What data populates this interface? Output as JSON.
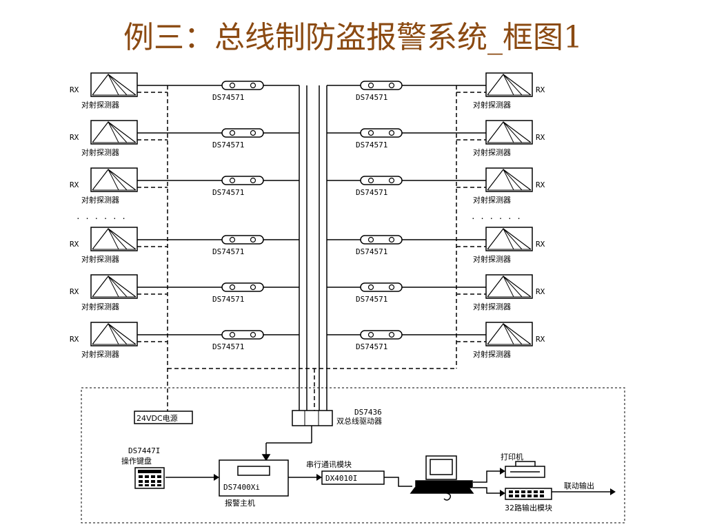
{
  "title": "例三：总线制防盗报警系统_框图1",
  "detector": {
    "rx": "RX",
    "name": "对射探测器",
    "rows_per_side": 6
  },
  "bus_module_label": "DS74571",
  "ellipsis": ". . . . . .",
  "power_supply": "24VDC电源",
  "bus_driver": {
    "model": "DS7436",
    "name": "双总线驱动器"
  },
  "keypad": {
    "model": "DS7447I",
    "name": "操作键盘"
  },
  "main_panel": {
    "model": "DS7400Xi",
    "name": "报警主机"
  },
  "serial_module": {
    "name": "串行通讯模块",
    "model": "DX4010I"
  },
  "printer": {
    "name": "打印机"
  },
  "output_module": {
    "name": "32路输出模块"
  },
  "linkage_output": "联动输出"
}
